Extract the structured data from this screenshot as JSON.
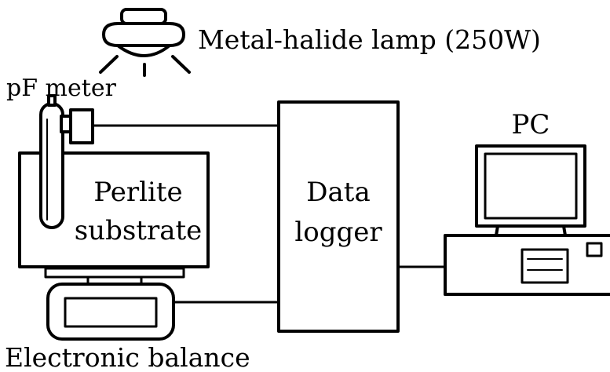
{
  "labels": {
    "lamp": "Metal-halide lamp (250W)",
    "pf_meter": "pF meter",
    "pc": "PC",
    "substrate_line1": "Perlite",
    "substrate_line2": "substrate",
    "logger_line1": "Data",
    "logger_line2": "logger",
    "balance": "Electronic balance"
  },
  "colors": {
    "stroke": "#000000",
    "background": "#ffffff"
  }
}
